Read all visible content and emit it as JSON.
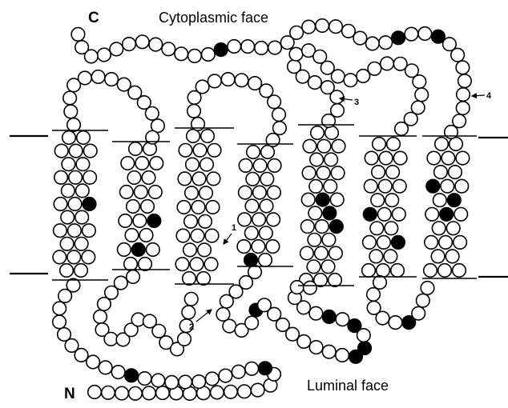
{
  "labels": {
    "c_terminus": "C",
    "n_terminus": "N",
    "cytoplasmic_face": "Cytoplasmic face",
    "luminal_face": "Luminal face",
    "marker_1": "1",
    "marker_2": "2",
    "marker_3": "3",
    "marker_4": "4"
  },
  "colors": {
    "background": "#ffffff",
    "residue": "#ffffff",
    "highlighted_residue": "#000000",
    "outline": "#000000"
  }
}
